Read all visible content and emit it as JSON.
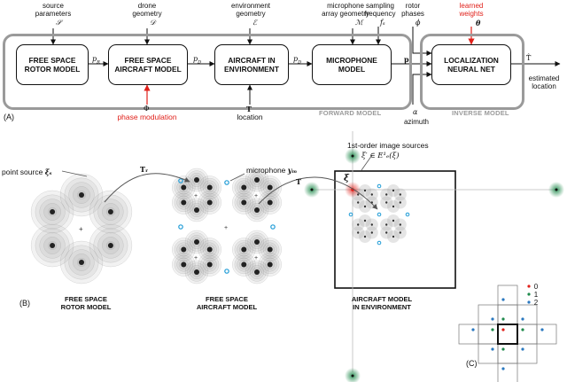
{
  "panel_a": {
    "label": "(A)",
    "inputs": [
      {
        "text": "source\nparameters",
        "symbol": "𝒮"
      },
      {
        "text": "drone\ngeometry",
        "symbol": "𝒟"
      },
      {
        "text": "environment\ngeometry",
        "symbol": "ℰ"
      },
      {
        "text": "microphone\narray geometry",
        "symbol": "ℳ"
      },
      {
        "text": "sampling\nfrequency",
        "symbol": "fₛ"
      }
    ],
    "rotor_phases": {
      "text": "rotor\nphases",
      "symbol": "ϕ"
    },
    "learned_weights": {
      "text": "learned\nweights",
      "symbol": "θ"
    },
    "blocks": [
      "FREE SPACE\nROTOR MODEL",
      "FREE SPACE\nAIRCRAFT MODEL",
      "AIRCRAFT IN\nENVIRONMENT",
      "MICROPHONE\nMODEL",
      "LOCALIZATION\nNEURAL NET"
    ],
    "signals": [
      "p_R",
      "p_D",
      "p_D",
      "p",
      "T̂"
    ],
    "phase_modulation": {
      "text": "phase modulation",
      "symbol": "Φ"
    },
    "location": {
      "text": "location",
      "symbol": "T"
    },
    "azimuth": {
      "text": "azimuth",
      "symbol": "α"
    },
    "estimated_location": "estimated\nlocation",
    "forward_model": "FORWARD MODEL",
    "inverse_model": "INVERSE MODEL"
  },
  "panel_b": {
    "label": "(B)",
    "point_source": "point source",
    "point_source_symbol": "ξₛ",
    "microphone": "microphone",
    "microphone_symbol": "yₘ",
    "image_sources_title": "1st-order image sources",
    "image_sources_formula": "ξ′ ∈ E¹ₑ(ξ)",
    "xi_symbol": "ξ",
    "transform_rotor": "Tᵣ",
    "transform_env": "T",
    "captions": [
      "FREE SPACE\nROTOR MODEL",
      "FREE SPACE\nAIRCRAFT MODEL",
      "AIRCRAFT MODEL\nIN ENVIRONMENT"
    ]
  },
  "panel_c": {
    "label": "(C)",
    "legend": [
      "0",
      "1",
      "2"
    ]
  },
  "colors": {
    "red": "#e0201a",
    "group_gray": "#9a9a9a",
    "mic_blue": "#1d9bd6",
    "order1_green": "#1f8a4c",
    "order2_blue": "#2a78c0"
  }
}
